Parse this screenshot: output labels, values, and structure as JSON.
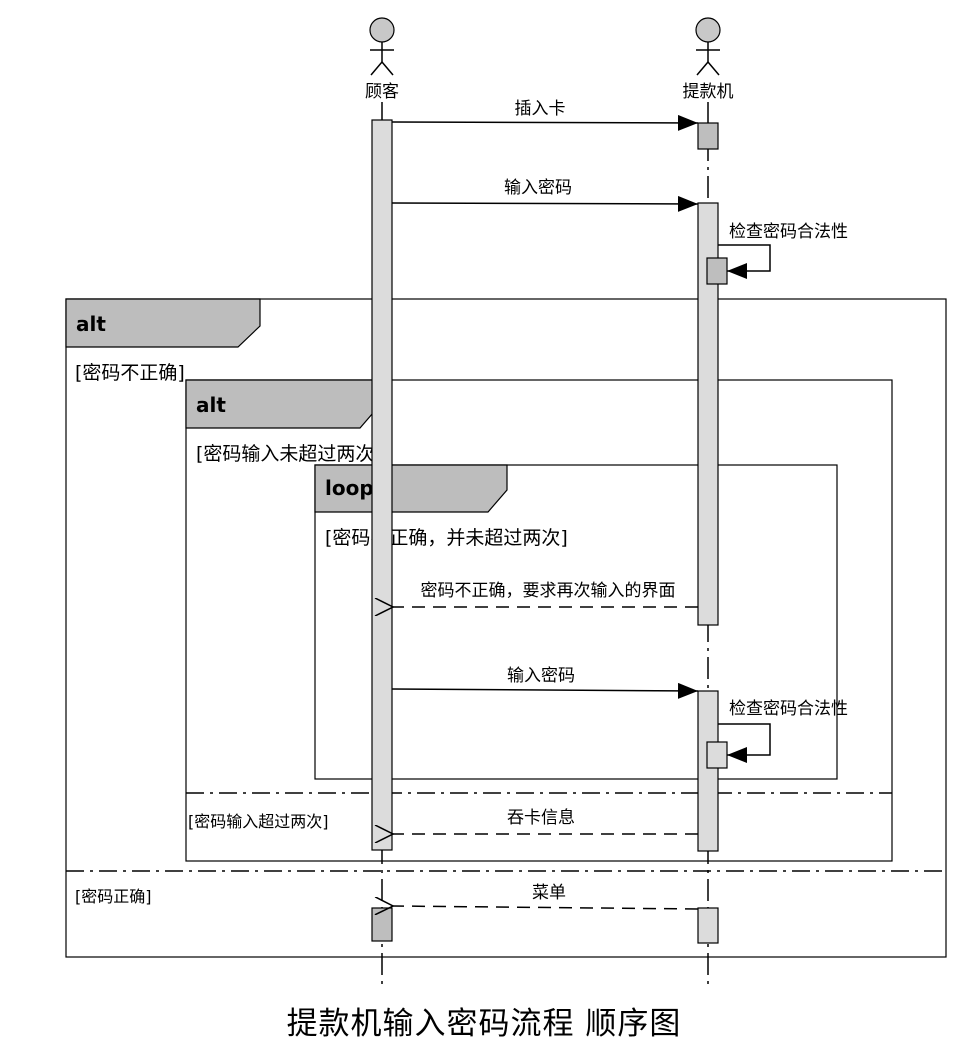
{
  "title": "提款机输入密码流程 顺序图",
  "lifelines": [
    {
      "id": "customer",
      "label": "顾客"
    },
    {
      "id": "atm",
      "label": "提款机"
    }
  ],
  "messages": [
    {
      "from": "customer",
      "to": "atm",
      "label": "插入卡",
      "style": "sync"
    },
    {
      "from": "customer",
      "to": "atm",
      "label": "输入密码",
      "style": "sync"
    },
    {
      "from": "atm",
      "to": "atm",
      "label": "检查密码合法性",
      "style": "self"
    },
    {
      "from": "atm",
      "to": "customer",
      "label": "密码不正确，要求再次输入的界面",
      "style": "return"
    },
    {
      "from": "customer",
      "to": "atm",
      "label": "输入密码",
      "style": "sync"
    },
    {
      "from": "atm",
      "to": "atm",
      "label": "检查密码合法性",
      "style": "self"
    },
    {
      "from": "atm",
      "to": "customer",
      "label": "吞卡信息",
      "style": "return"
    },
    {
      "from": "atm",
      "to": "customer",
      "label": "菜单",
      "style": "return"
    }
  ],
  "fragments": [
    {
      "operator": "alt",
      "guards": [
        "[密码不正确]",
        "[密码正确]"
      ]
    },
    {
      "operator": "alt",
      "guards": [
        "[密码输入未超过两次]",
        "[密码输入超过两次]"
      ]
    },
    {
      "operator": "loop",
      "guards": [
        "[密码不正确，并未超过两次]"
      ]
    }
  ],
  "colors": {
    "activation_fill": "#dcdcdc",
    "inner_activation_fill": "#bebebe",
    "frame_tag_fill": "#bdbdbd",
    "actor_head_fill": "#c8c8c8",
    "line": "#000000"
  }
}
